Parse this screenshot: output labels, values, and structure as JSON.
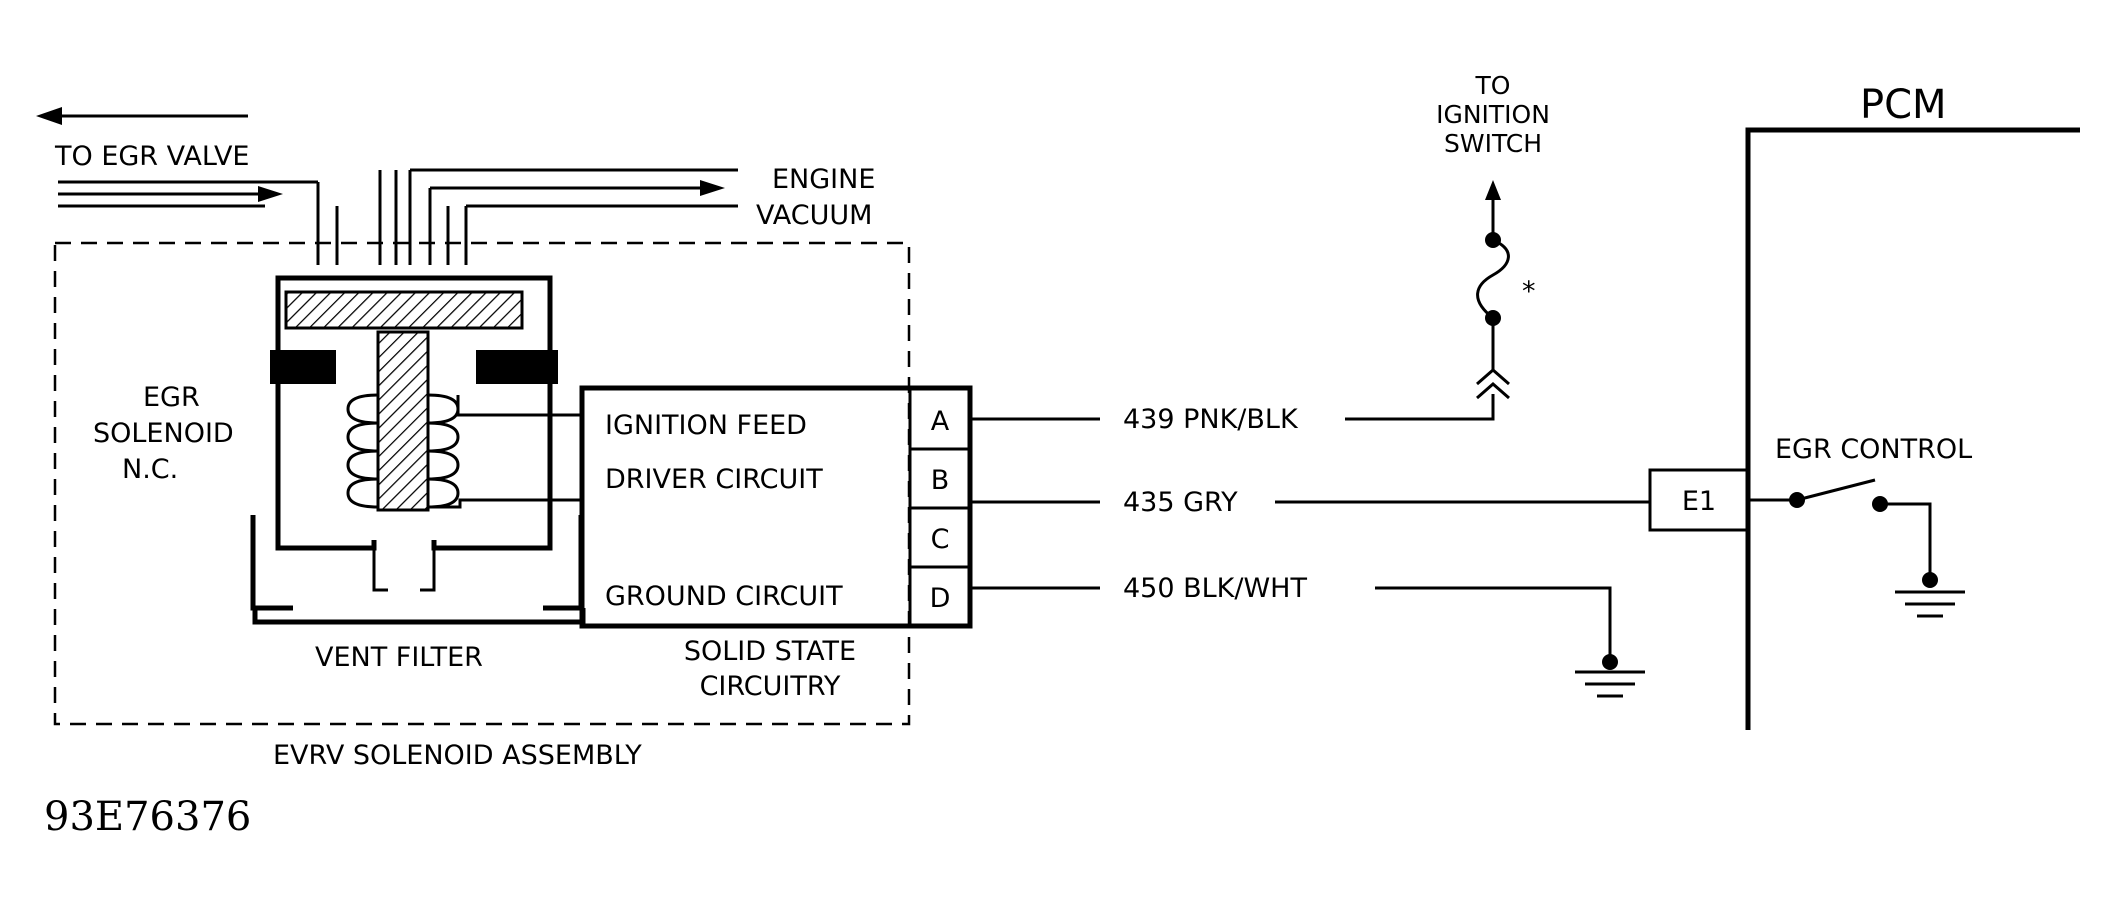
{
  "labels": {
    "to_egr_valve": "TO EGR VALVE",
    "engine": "ENGINE",
    "vacuum": "VACUUM",
    "egr": "EGR",
    "solenoid": "SOLENOID",
    "nc": "N.C.",
    "vent_filter": "VENT FILTER",
    "evrv_assembly": "EVRV SOLENOID ASSEMBLY",
    "solid_state_1": "SOLID STATE",
    "solid_state_2": "CIRCUITRY",
    "ignition_feed": "IGNITION FEED",
    "driver_circuit": "DRIVER CIRCUIT",
    "ground_circuit": "GROUND CIRCUIT",
    "to": "TO",
    "ignition": "IGNITION",
    "switch": "SWITCH",
    "fuse_mark": "*",
    "pcm": "PCM",
    "egr_control": "EGR CONTROL",
    "figure_id": "93E76376"
  },
  "pins": {
    "a": "A",
    "b": "B",
    "c": "C",
    "d": "D",
    "e1": "E1"
  },
  "wires": {
    "w439": "439 PNK/BLK",
    "w435": "435 GRY",
    "w450": "450 BLK/WHT"
  }
}
